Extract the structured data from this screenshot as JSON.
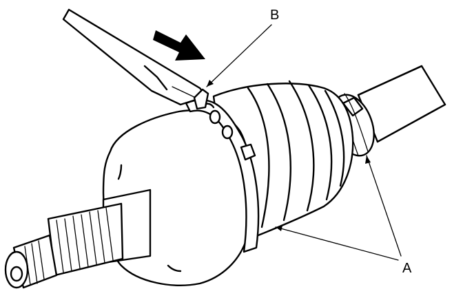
{
  "callouts": {
    "label_b": "B",
    "label_a": "A"
  },
  "arrow": {
    "direction": "down-right",
    "color": "#000000"
  },
  "colors": {
    "ink": "#000000",
    "background": "#ffffff"
  }
}
